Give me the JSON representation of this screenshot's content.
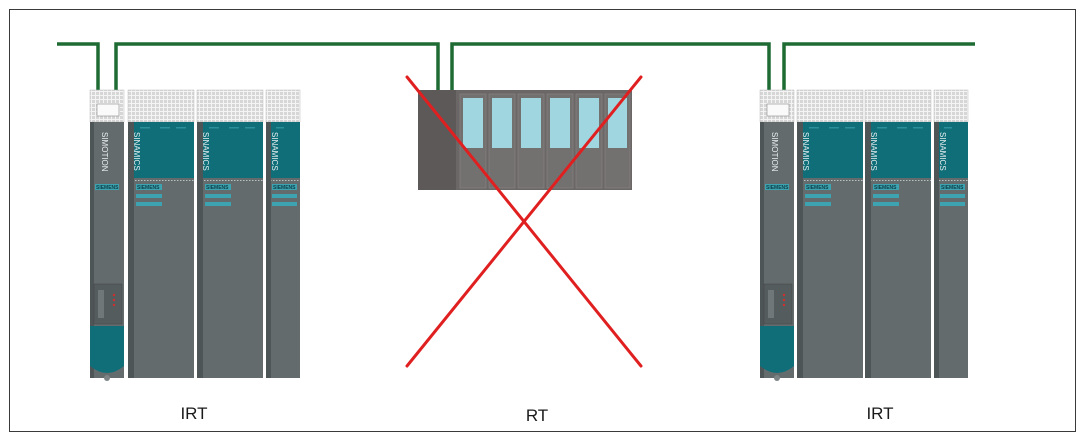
{
  "colors": {
    "network": "#1f6b34",
    "module_body": "#646b6d",
    "module_panel": "#0f6e78",
    "module_dark_edge": "#4e5556",
    "io_rack": "#6c6767",
    "io_slot": "#9fd6df",
    "cross": "#e02020"
  },
  "left_group": {
    "caption": "IRT",
    "controller_label": "SIMOTION",
    "drive_labels": [
      "SINAMICS",
      "SINAMICS",
      "SINAMICS"
    ],
    "badge": "SIEMENS"
  },
  "middle_group": {
    "caption": "RT",
    "crossed_out": true
  },
  "right_group": {
    "caption": "IRT",
    "controller_label": "SIMOTION",
    "drive_labels": [
      "SINAMICS",
      "SINAMICS",
      "SINAMICS"
    ],
    "badge": "SIEMENS"
  }
}
